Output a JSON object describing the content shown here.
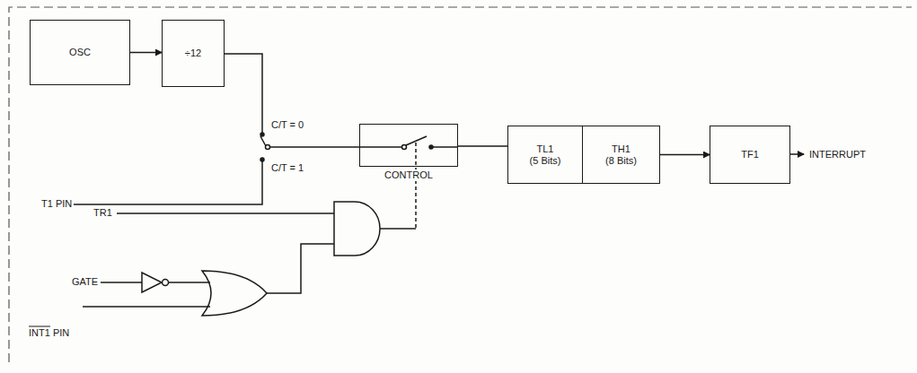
{
  "diagram": {
    "nodes": [
      {
        "text": [
          "OSC"
        ]
      },
      {
        "text": [
          "÷12"
        ]
      },
      {
        "text": [
          "CONTROL"
        ]
      },
      {
        "text": [
          "TL1",
          "(5 Bits)"
        ]
      },
      {
        "text": [
          "TH1",
          "(8 Bits)"
        ]
      },
      {
        "text": [
          "TF1"
        ]
      }
    ],
    "edges": [
      {
        "from": 0,
        "to": 1,
        "arrow": "to"
      },
      {
        "from": 2,
        "to": 3,
        "arrow": "none"
      },
      {
        "from": 4,
        "to": 5,
        "arrow": "to"
      }
    ],
    "labels": [
      "C/T = 0",
      "C/T = 1",
      "T1 PIN",
      "TR1",
      "GATE",
      "INT1 PIN",
      "INTERRUPT"
    ]
  }
}
